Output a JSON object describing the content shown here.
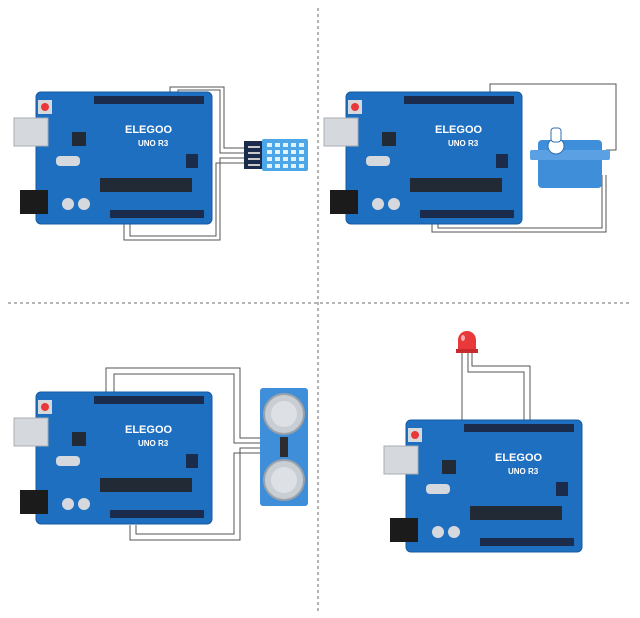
{
  "colors": {
    "board": "#1f6fc1",
    "board_edge": "#155ba4",
    "header": "#1a2b4c",
    "chip": "#222a36",
    "silver": "#d5d9de",
    "wire": "#555555",
    "dht_blue": "#4da6e8",
    "servo_blue": "#3f8ed9",
    "led_red": "#e8383a",
    "divider": "#8a8a8a"
  },
  "boards": [
    {
      "brand": "ELEGOO",
      "model": "UNO R3"
    },
    {
      "brand": "ELEGOO",
      "model": "UNO R3"
    },
    {
      "brand": "ELEGOO",
      "model": "UNO R3"
    },
    {
      "brand": "ELEGOO",
      "model": "UNO R3"
    }
  ],
  "modules": [
    {
      "icon": "temperature-humidity-sensor-icon"
    },
    {
      "icon": "servo-motor-icon"
    },
    {
      "icon": "ultrasonic-sensor-icon"
    },
    {
      "icon": "red-led-icon"
    }
  ]
}
